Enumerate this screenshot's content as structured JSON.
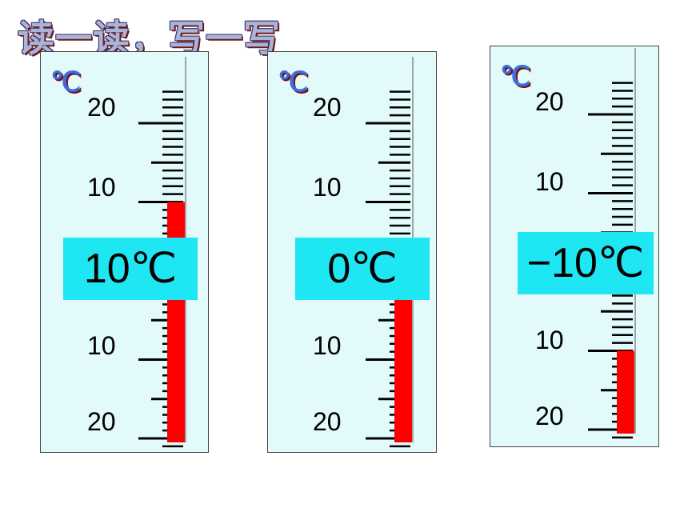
{
  "title": "读一读，写一写",
  "unit_symbol": "℃",
  "thermometers": [
    {
      "reading": "10℃",
      "value": 10,
      "labels": {
        "top20": "20",
        "top10": "10",
        "bot10": "10",
        "bot20": "20"
      }
    },
    {
      "reading": "0℃",
      "value": 0,
      "labels": {
        "top20": "20",
        "top10": "10",
        "bot10": "10",
        "bot20": "20"
      }
    },
    {
      "reading": "−10℃",
      "value": -10,
      "labels": {
        "top20": "20",
        "top10": "10",
        "bot10": "10",
        "bot20": "20"
      }
    }
  ],
  "colors": {
    "mercury": "#ff0000",
    "panel": "#e2fafa",
    "reading_bg": "#1ee6f2",
    "unit": "#3b6ee0"
  }
}
